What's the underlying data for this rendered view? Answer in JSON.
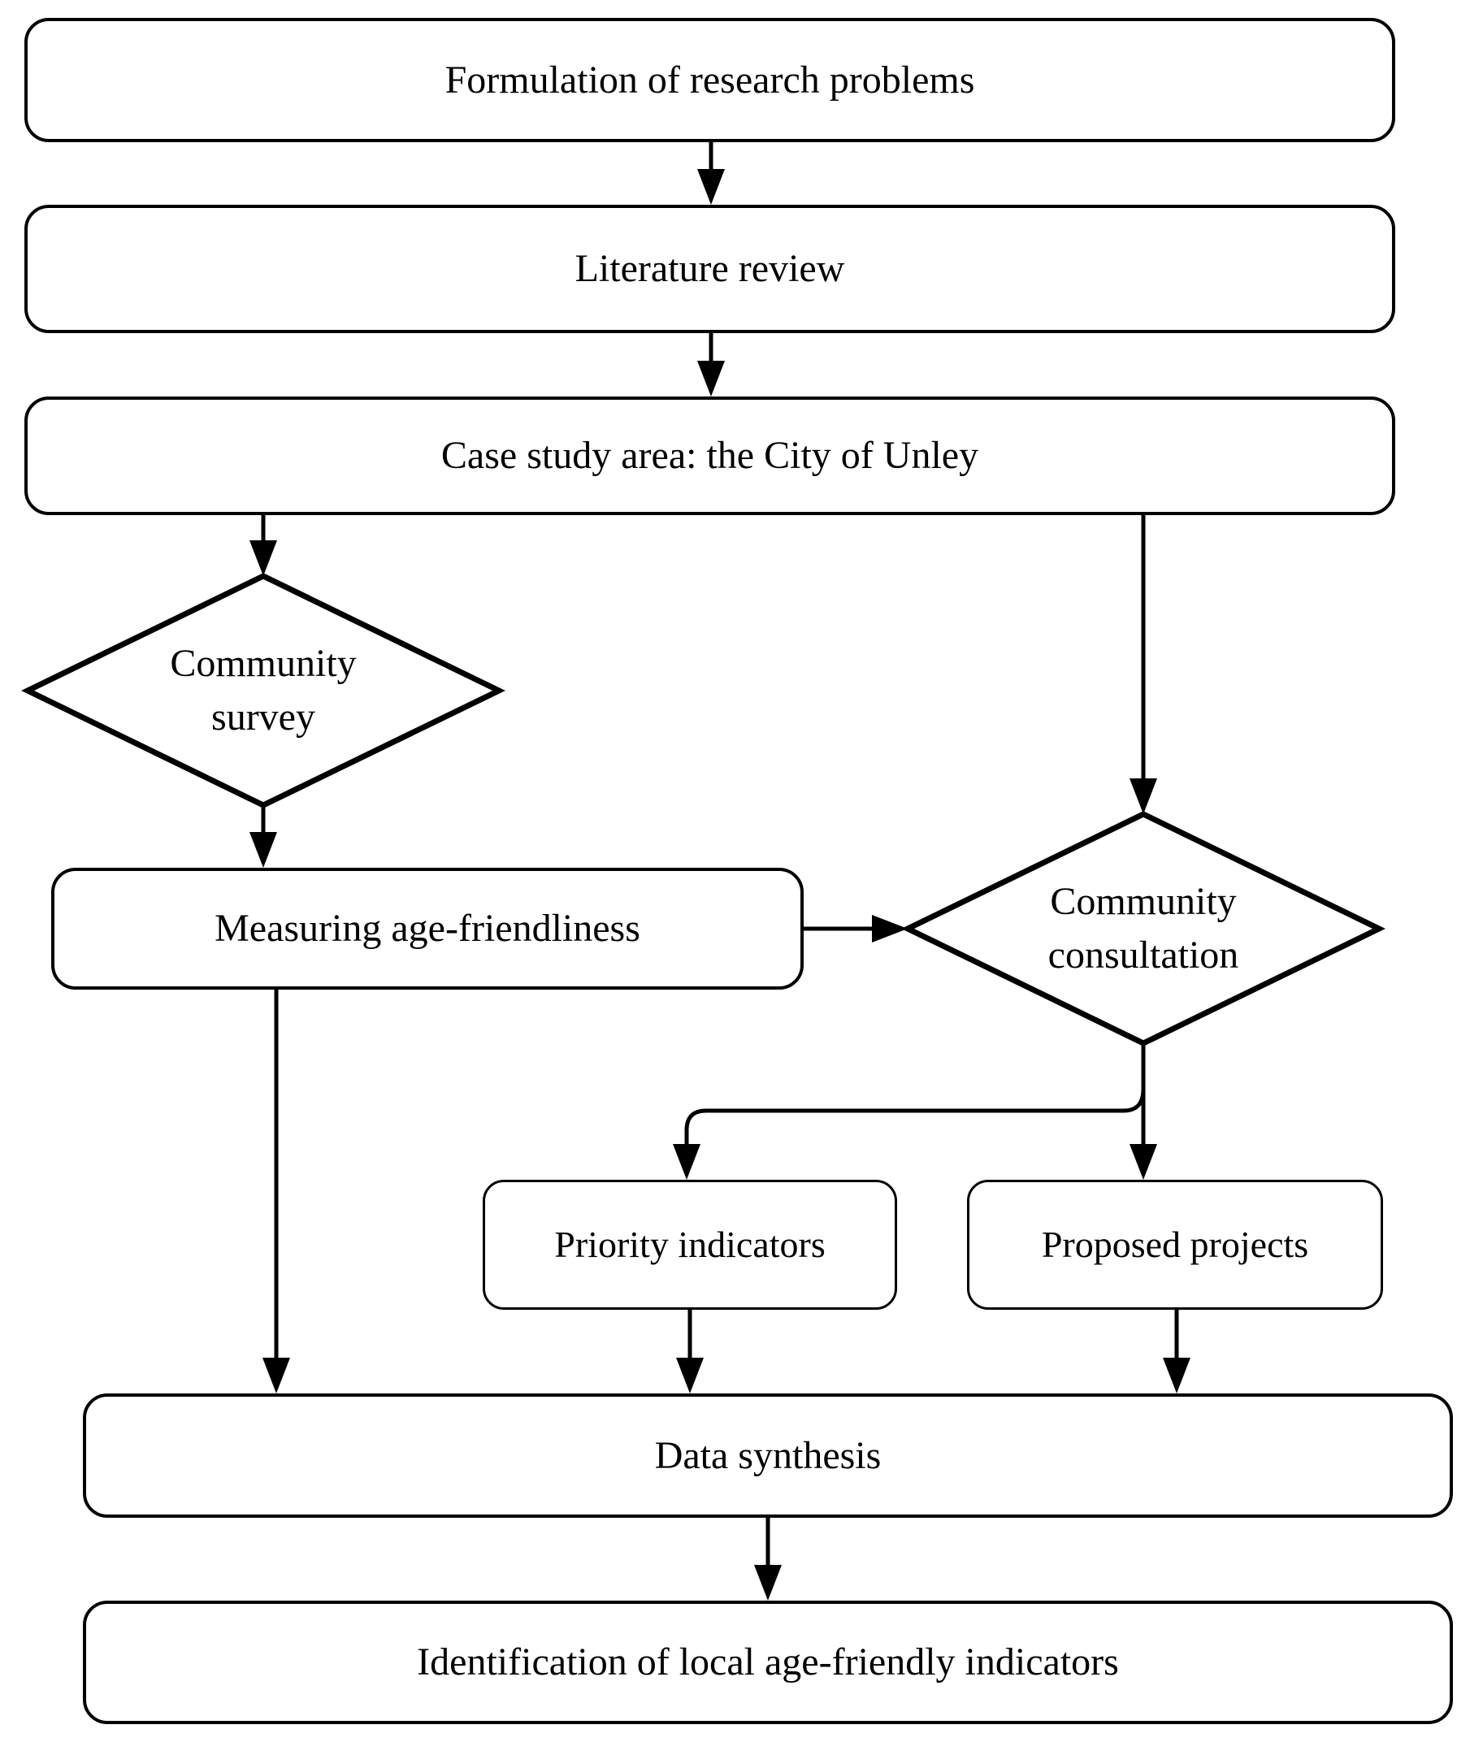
{
  "figure": {
    "type": "flowchart",
    "background_color": "#ffffff",
    "line_color": "#000000",
    "text_color": "#000000"
  },
  "nodes": {
    "formulation": {
      "shape": "rounded-rect",
      "label": "Formulation of research problems"
    },
    "literature": {
      "shape": "rounded-rect",
      "label": "Literature review"
    },
    "case_study": {
      "shape": "rounded-rect",
      "label": "Case study area: the City of Unley"
    },
    "community_survey": {
      "shape": "diamond",
      "label": "Community survey",
      "line1": "Community",
      "line2": "survey"
    },
    "measuring": {
      "shape": "rounded-rect",
      "label": "Measuring age-friendliness"
    },
    "community_consultation": {
      "shape": "diamond",
      "label": "Community consultation",
      "line1": "Community",
      "line2": "consultation"
    },
    "priority": {
      "shape": "rounded-rect",
      "label": "Priority indicators"
    },
    "proposed": {
      "shape": "rounded-rect",
      "label": "Proposed projects"
    },
    "data_synthesis": {
      "shape": "rounded-rect",
      "label": "Data synthesis"
    },
    "identification": {
      "shape": "rounded-rect",
      "label": "Identification of local age-friendly indicators"
    }
  },
  "edges": [
    {
      "from": "formulation",
      "to": "literature"
    },
    {
      "from": "literature",
      "to": "case_study"
    },
    {
      "from": "case_study",
      "to": "community_survey"
    },
    {
      "from": "case_study",
      "to": "community_consultation"
    },
    {
      "from": "community_survey",
      "to": "measuring"
    },
    {
      "from": "measuring",
      "to": "community_consultation"
    },
    {
      "from": "community_consultation",
      "to": "priority"
    },
    {
      "from": "community_consultation",
      "to": "proposed"
    },
    {
      "from": "measuring",
      "to": "data_synthesis"
    },
    {
      "from": "priority",
      "to": "data_synthesis"
    },
    {
      "from": "proposed",
      "to": "data_synthesis"
    },
    {
      "from": "data_synthesis",
      "to": "identification"
    }
  ]
}
